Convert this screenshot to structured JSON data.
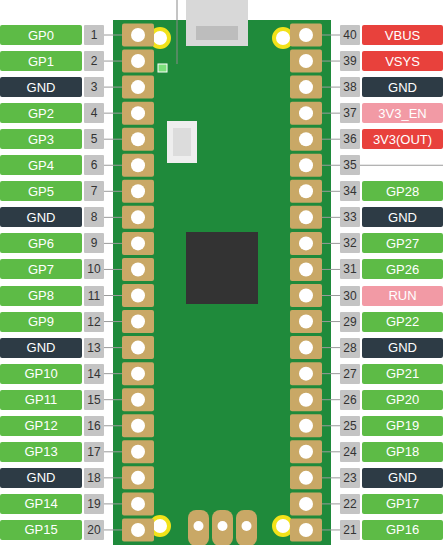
{
  "diagram": {
    "nodes": [
      {
        "text": [
          "GP0"
        ]
      },
      {
        "text": [
          "1"
        ]
      },
      {
        "text": [
          "40"
        ]
      },
      {
        "text": [
          "VBUS"
        ]
      },
      {
        "text": [
          "GP1"
        ]
      },
      {
        "text": [
          "2"
        ]
      },
      {
        "text": [
          "39"
        ]
      },
      {
        "text": [
          "VSYS"
        ]
      },
      {
        "text": [
          "GND"
        ]
      },
      {
        "text": [
          "3"
        ]
      },
      {
        "text": [
          "38"
        ]
      },
      {
        "text": [
          "GND"
        ]
      },
      {
        "text": [
          "GP2"
        ]
      },
      {
        "text": [
          "4"
        ]
      },
      {
        "text": [
          "37"
        ]
      },
      {
        "text": [
          "3V3_EN"
        ]
      },
      {
        "text": [
          "GP3"
        ]
      },
      {
        "text": [
          "5"
        ]
      },
      {
        "text": [
          "36"
        ]
      },
      {
        "text": [
          "3V3(OUT)"
        ]
      },
      {
        "text": [
          "GP4"
        ]
      },
      {
        "text": [
          "6"
        ]
      },
      {
        "text": [
          "35"
        ]
      },
      {
        "text": [
          "GP5"
        ]
      },
      {
        "text": [
          "7"
        ]
      },
      {
        "text": [
          "34"
        ]
      },
      {
        "text": [
          "GP28"
        ]
      },
      {
        "text": [
          "GND"
        ]
      },
      {
        "text": [
          "8"
        ]
      },
      {
        "text": [
          "33"
        ]
      },
      {
        "text": [
          "GND"
        ]
      },
      {
        "text": [
          "GP6"
        ]
      },
      {
        "text": [
          "9"
        ]
      },
      {
        "text": [
          "32"
        ]
      },
      {
        "text": [
          "GP27"
        ]
      },
      {
        "text": [
          "GP7"
        ]
      },
      {
        "text": [
          "10"
        ]
      },
      {
        "text": [
          "31"
        ]
      },
      {
        "text": [
          "GP26"
        ]
      },
      {
        "text": [
          "GP8"
        ]
      },
      {
        "text": [
          "11"
        ]
      },
      {
        "text": [
          "30"
        ]
      },
      {
        "text": [
          "RUN"
        ]
      },
      {
        "text": [
          "GP9"
        ]
      },
      {
        "text": [
          "12"
        ]
      },
      {
        "text": [
          "29"
        ]
      },
      {
        "text": [
          "GP22"
        ]
      },
      {
        "text": [
          "GND"
        ]
      },
      {
        "text": [
          "13"
        ]
      },
      {
        "text": [
          "28"
        ]
      },
      {
        "text": [
          "GND"
        ]
      },
      {
        "text": [
          "GP10"
        ]
      },
      {
        "text": [
          "14"
        ]
      },
      {
        "text": [
          "27"
        ]
      },
      {
        "text": [
          "GP21"
        ]
      },
      {
        "text": [
          "GP11"
        ]
      },
      {
        "text": [
          "15"
        ]
      },
      {
        "text": [
          "26"
        ]
      },
      {
        "text": [
          "GP20"
        ]
      },
      {
        "text": [
          "GP12"
        ]
      },
      {
        "text": [
          "16"
        ]
      },
      {
        "text": [
          "25"
        ]
      },
      {
        "text": [
          "GP19"
        ]
      },
      {
        "text": [
          "GP13"
        ]
      },
      {
        "text": [
          "17"
        ]
      },
      {
        "text": [
          "24"
        ]
      },
      {
        "text": [
          "GP18"
        ]
      },
      {
        "text": [
          "GND"
        ]
      },
      {
        "text": [
          "18"
        ]
      },
      {
        "text": [
          "23"
        ]
      },
      {
        "text": [
          "GND"
        ]
      },
      {
        "text": [
          "GP14"
        ]
      },
      {
        "text": [
          "19"
        ]
      },
      {
        "text": [
          "22"
        ]
      },
      {
        "text": [
          "GP17"
        ]
      },
      {
        "text": [
          "GP15"
        ]
      },
      {
        "text": [
          "20"
        ]
      },
      {
        "text": [
          "21"
        ]
      },
      {
        "text": [
          "GP16"
        ]
      }
    ]
  }
}
